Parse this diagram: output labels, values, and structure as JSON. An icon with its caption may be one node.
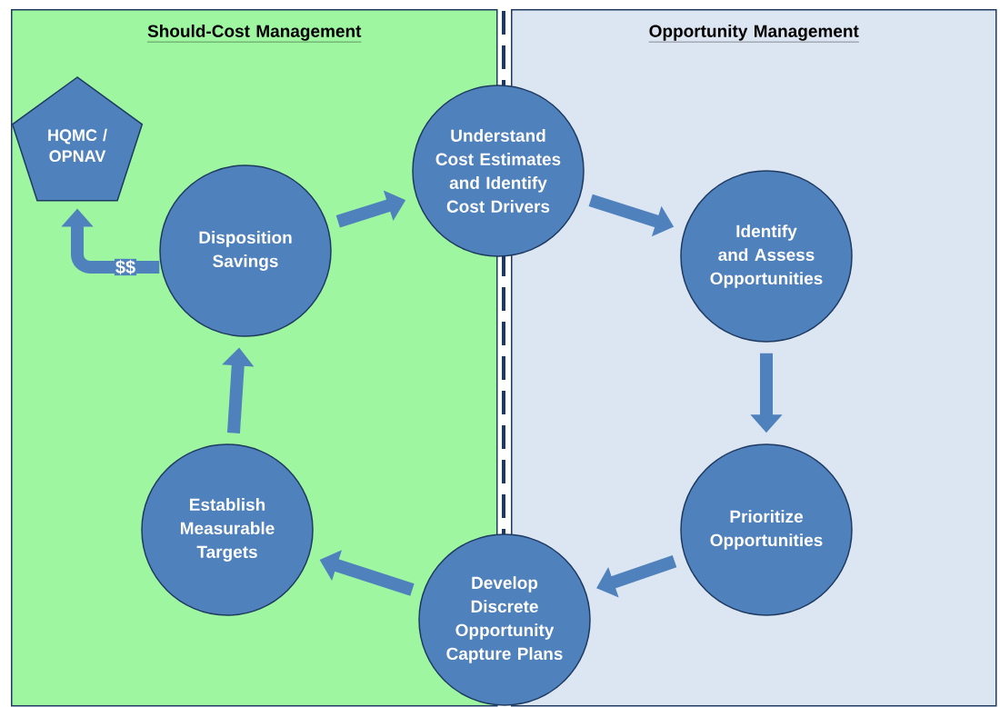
{
  "diagram": {
    "nodes": [
      {
        "text": [
          "Should-Cost Management"
        ]
      },
      {
        "text": [
          "Opportunity Management"
        ]
      },
      {
        "text": [
          "HQMC / OPNAV"
        ],
        "in": 0
      },
      {
        "text": [
          "Understand Cost Estimates and Identify Cost Drivers"
        ]
      },
      {
        "text": [
          "Identify and Assess Opportunities"
        ],
        "in": 1
      },
      {
        "text": [
          "Prioritize Opportunities"
        ],
        "in": 1
      },
      {
        "text": [
          "Develop Discrete Opportunity Capture Plans"
        ]
      },
      {
        "text": [
          "Establish Measurable Targets"
        ],
        "in": 0
      },
      {
        "text": [
          "Disposition Savings"
        ],
        "in": 0
      }
    ],
    "edges": [
      {
        "from": 8,
        "to": 3,
        "arrow": "to"
      },
      {
        "from": 3,
        "to": 4,
        "arrow": "to"
      },
      {
        "from": 4,
        "to": 5,
        "arrow": "to"
      },
      {
        "from": 5,
        "to": 6,
        "arrow": "to"
      },
      {
        "from": 6,
        "to": 7,
        "arrow": "to"
      },
      {
        "from": 7,
        "to": 8,
        "arrow": "to"
      },
      {
        "from": 8,
        "to": 2,
        "arrow": "to",
        "label": "$$"
      }
    ]
  }
}
